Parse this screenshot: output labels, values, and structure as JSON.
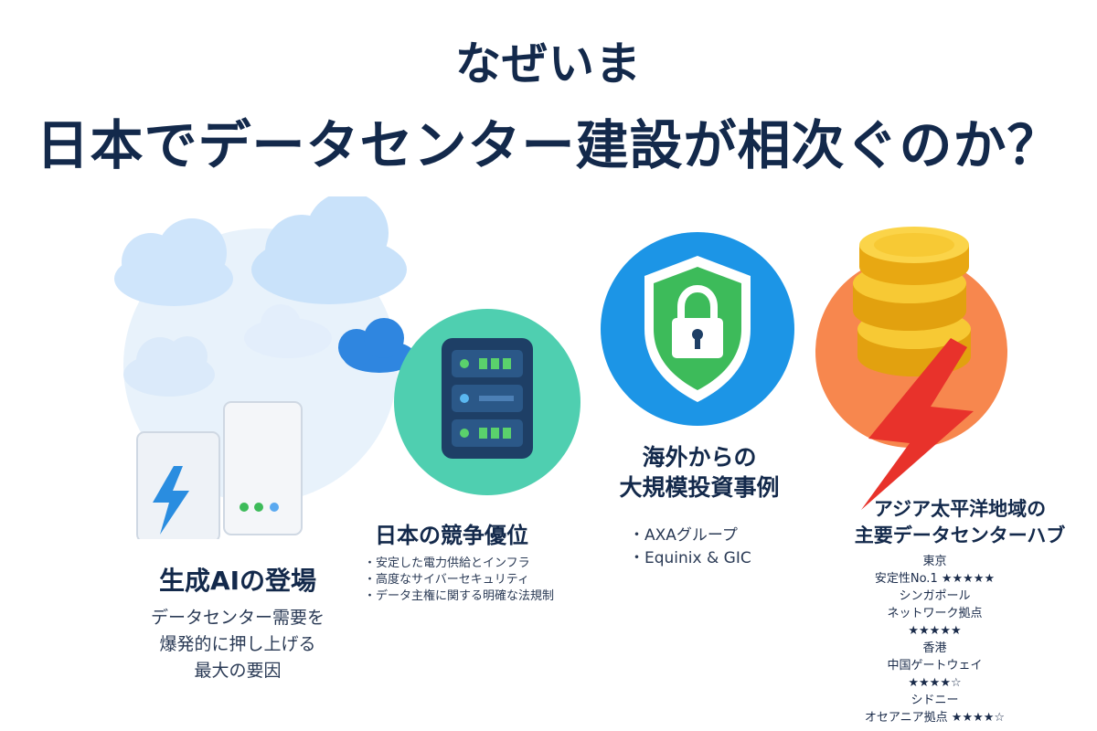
{
  "title": {
    "line1": "なぜいま",
    "line2": "日本でデータセンター建設が相次ぐのか？"
  },
  "col1": {
    "heading": "生成AIの登場",
    "desc": [
      "データセンター需要を",
      "爆発的に押し上げる",
      "最大の要因"
    ]
  },
  "col2": {
    "heading": "日本の競争優位",
    "bullets": [
      "・安定した電力供給とインフラ",
      "・高度なサイバーセキュリティ",
      "・データ主権に関する明確な法規制"
    ]
  },
  "col3": {
    "heading": [
      "海外からの",
      "大規模投資事例"
    ],
    "bullets": [
      "・AXAグループ",
      "・Equinix & GIC"
    ]
  },
  "col4": {
    "heading": [
      "アジア太平洋地域の",
      "主要データセンターハブ"
    ],
    "lines": [
      "東京",
      "安定性No.1 ★★★★★",
      "シンガポール",
      "ネットワーク拠点",
      "★★★★★",
      "香港",
      "中国ゲートウェイ",
      "★★★★☆",
      "シドニー",
      "オセアニア拠点 ★★★★☆"
    ]
  },
  "colors": {
    "navy": "#13294b",
    "teal": "#4fcfb0",
    "blue": "#1c95e6",
    "green": "#3dbb5a",
    "orange": "#f7874e",
    "gold": "#f2b51b",
    "red": "#e8322b"
  },
  "icons": [
    "cloud-icon",
    "server-icon",
    "lightning-icon",
    "shield-lock-icon",
    "coins-icon"
  ]
}
